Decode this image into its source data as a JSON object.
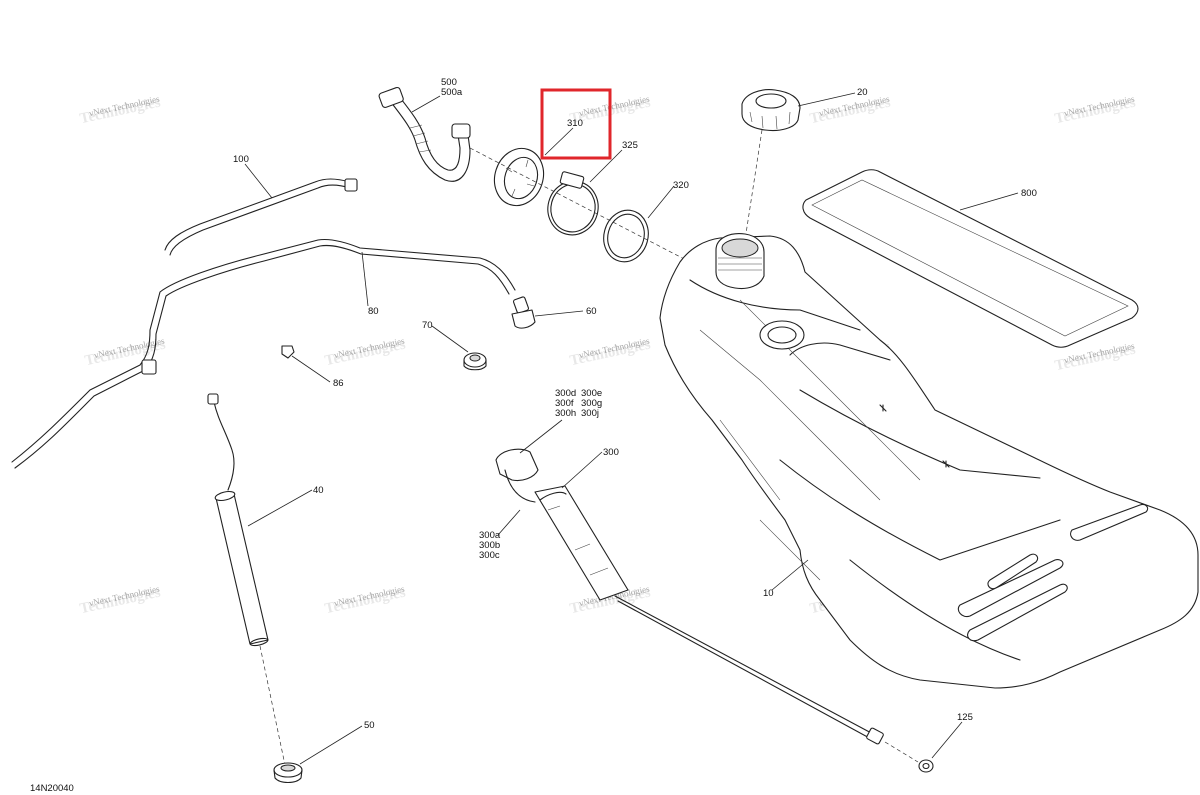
{
  "diagram": {
    "code": "14N20040",
    "highlight_color": "#e0262b",
    "watermark": {
      "line1": "vNext Technologies",
      "line2": "Technologies"
    },
    "labels": {
      "p500": "500",
      "p500a": "500a",
      "p310": "310",
      "p325": "325",
      "p320": "320",
      "p20": "20",
      "p800": "800",
      "p100": "100",
      "p80": "80",
      "p60": "60",
      "p70": "70",
      "p86": "86",
      "p300d": "300d",
      "p300e": "300e",
      "p300f": "300f",
      "p300g": "300g",
      "p300h": "300h",
      "p300j": "300j",
      "p300": "300",
      "p40": "40",
      "p300a": "300a",
      "p300b": "300b",
      "p300c": "300c",
      "p10": "10",
      "p50": "50",
      "p125": "125"
    }
  }
}
